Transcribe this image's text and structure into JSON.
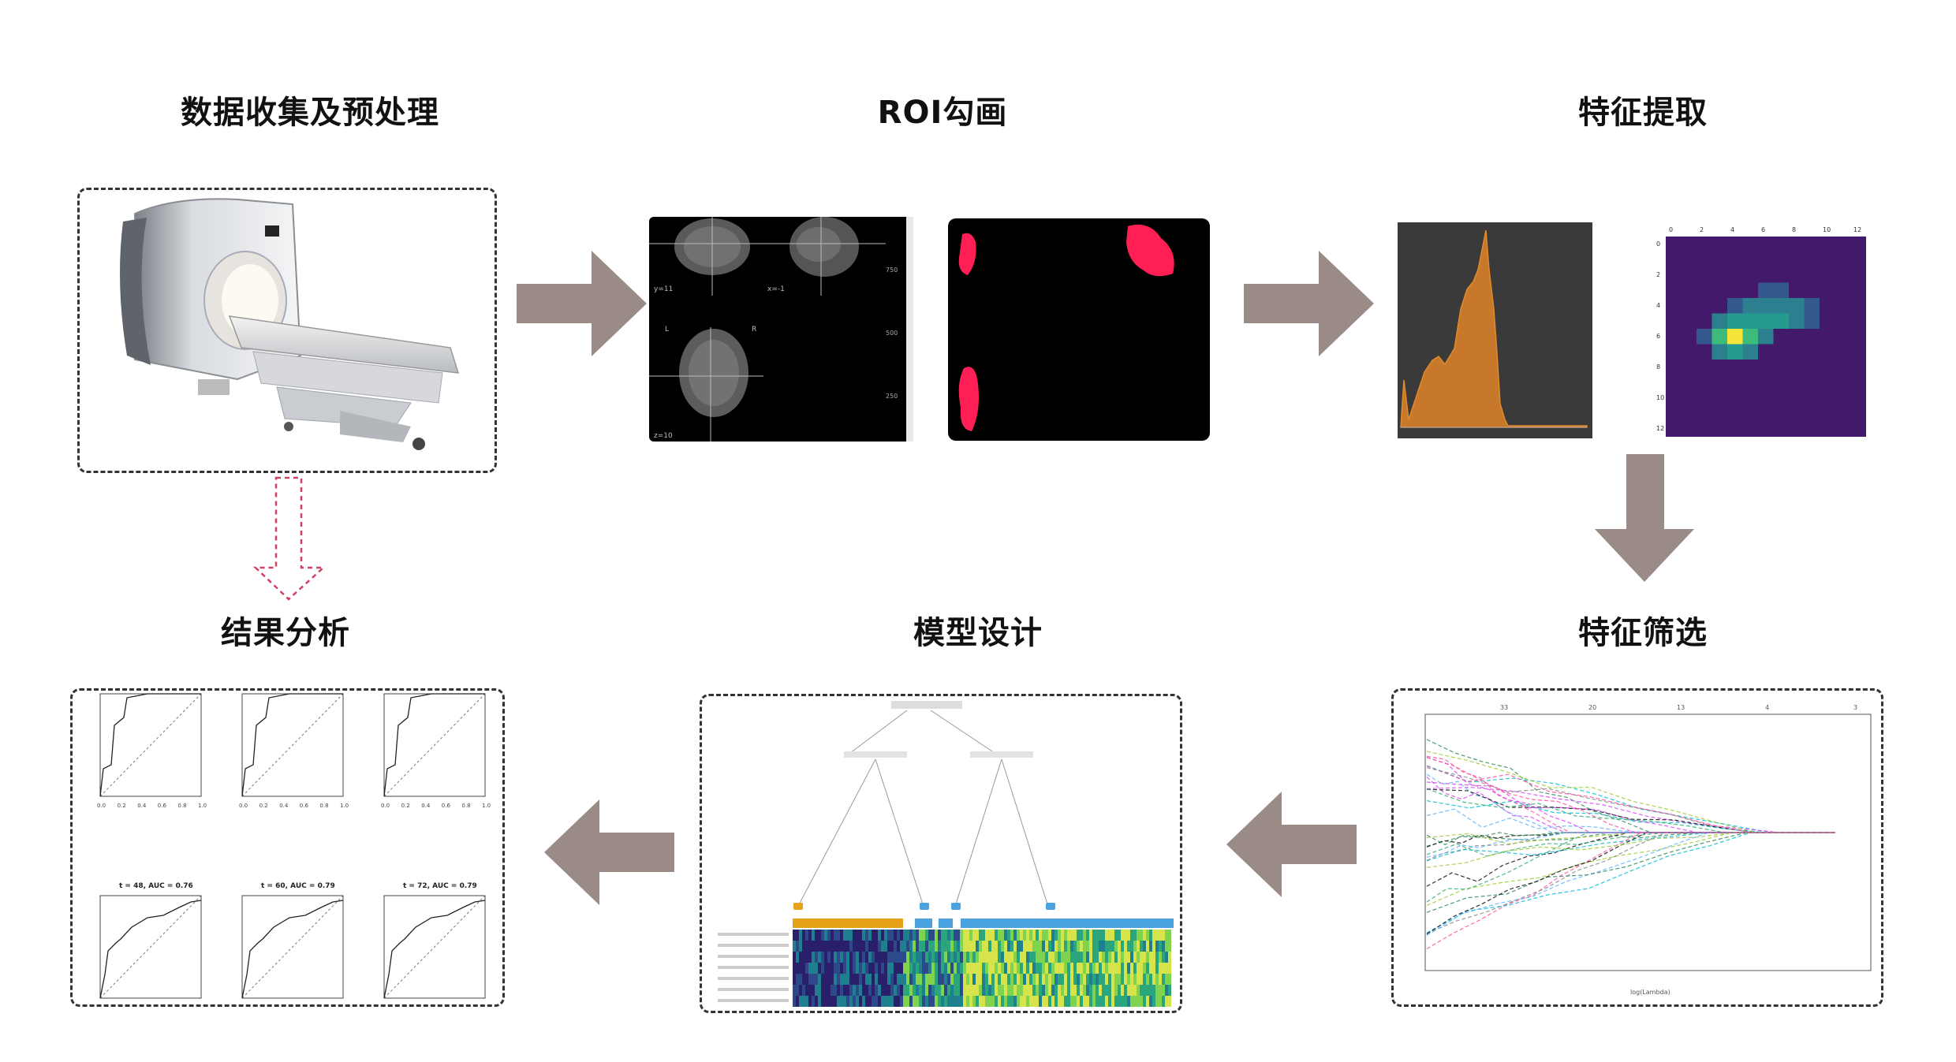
{
  "steps": {
    "data_collection": "数据收集及预处理",
    "roi": "ROI勾画",
    "feature_extraction": "特征提取",
    "feature_selection": "特征筛选",
    "model_design": "模型设计",
    "result_analysis": "结果分析"
  },
  "colors": {
    "arrow": "#9b8b86",
    "roi_mask": "#ff1f55",
    "histogram": "#e08a2a",
    "panel_border": "#333333",
    "dashed_arrow": "#d04060"
  },
  "roi_panel": {
    "labels": [
      "y=11",
      "x=-1",
      "R",
      "L",
      "z=10"
    ],
    "scale": [
      "750",
      "500",
      "250"
    ]
  },
  "glcm_axis": {
    "x_ticks": [
      "0",
      "2",
      "4",
      "6",
      "8",
      "10",
      "12"
    ],
    "y_ticks": [
      "0",
      "2",
      "4",
      "6",
      "8",
      "10",
      "12"
    ]
  },
  "lasso_axis": {
    "top_ticks": [
      "33",
      "20",
      "13",
      "4",
      "3"
    ],
    "xlabel": "log(Lambda)"
  },
  "roc_titles": [
    "t = 48, AUC = 0.76",
    "t = 60, AUC = 0.79",
    "t = 72, AUC = 0.79"
  ],
  "roc_ticks": [
    "0.0",
    "0.2",
    "0.4",
    "0.6",
    "0.8",
    "1.0"
  ]
}
